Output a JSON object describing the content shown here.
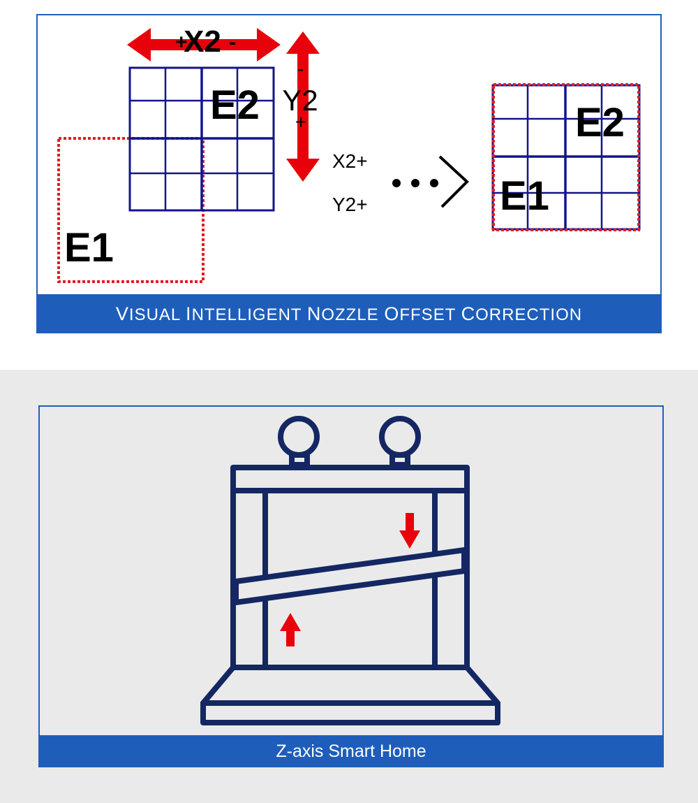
{
  "top_panel": {
    "caption": "Visual Intelligent Nozzle Offset Correction",
    "labels": {
      "e1_before": "E1",
      "e2_before": "E2",
      "x_arrow": "X2",
      "x_plus": "+",
      "x_minus": "-",
      "y_arrow": "Y2",
      "y_minus": "-",
      "y_plus": "+",
      "step_x": "X2+",
      "step_y": "Y2+",
      "e1_after": "E1",
      "e2_after": "E2"
    },
    "colors": {
      "grid": "#14148c",
      "dashed_frame": "#e31b23",
      "arrow": "#e8000b",
      "caption_bg": "#1e5eba"
    }
  },
  "bottom_panel": {
    "caption": "Z-axis Smart Home",
    "colors": {
      "frame": "#142763",
      "arrow": "#e8000b",
      "background": "#eaeaea"
    },
    "icon": "printer-z-axis-icon"
  }
}
